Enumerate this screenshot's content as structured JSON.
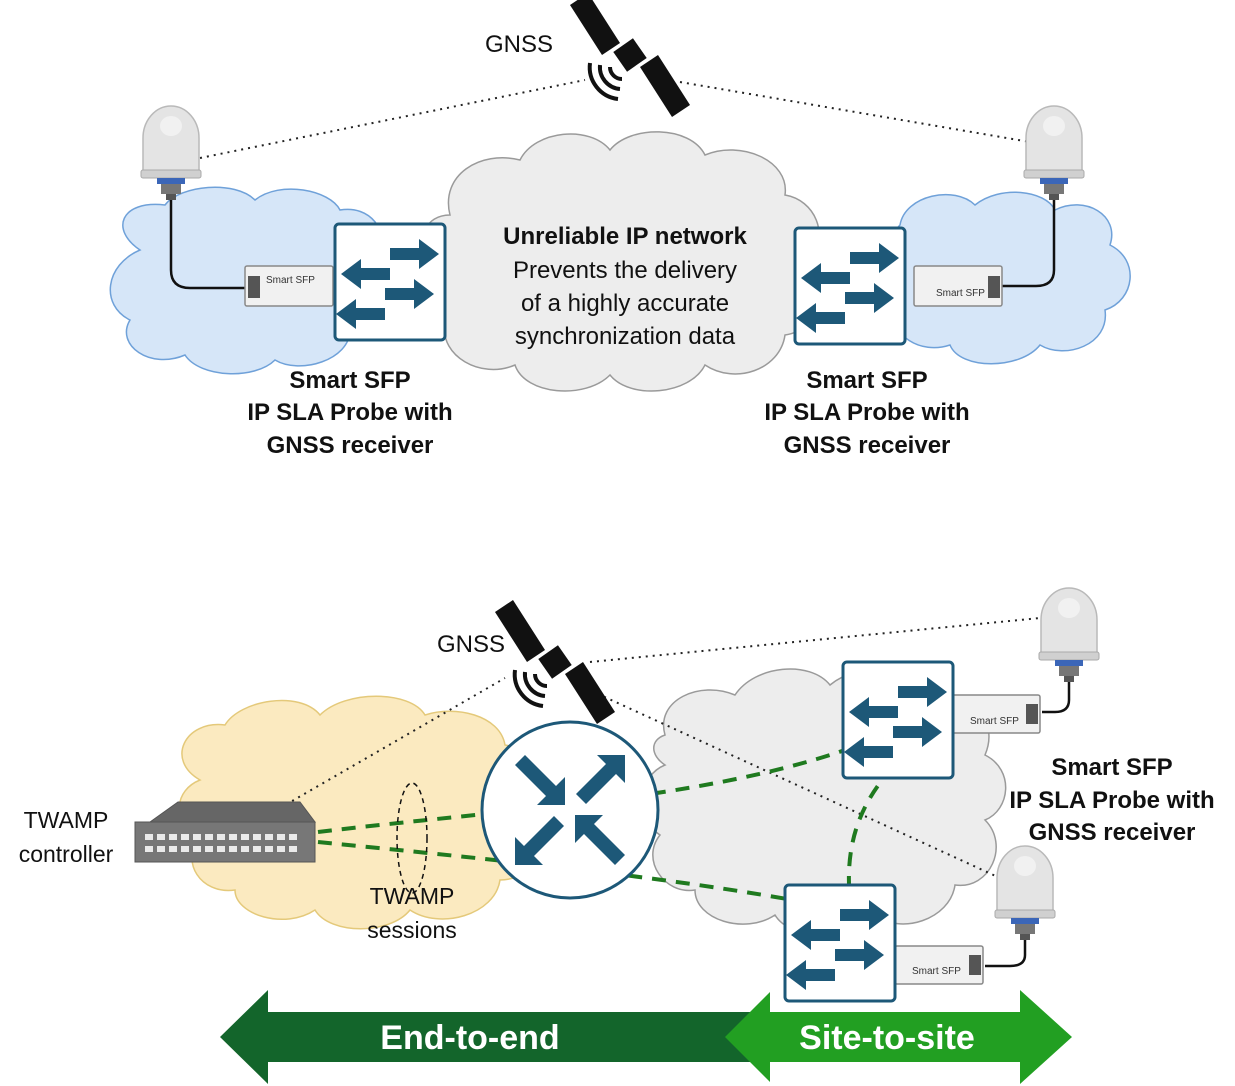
{
  "top": {
    "gnss_label": "GNSS",
    "network": {
      "title": "Unreliable IP network",
      "line1": "Prevents the delivery",
      "line2": "of a highly accurate",
      "line3": "synchronization data"
    },
    "left_probe": {
      "line1": "Smart SFP",
      "line2": "IP SLA Probe with",
      "line3": "GNSS receiver"
    },
    "right_probe": {
      "line1": "Smart SFP",
      "line2": "IP SLA Probe with",
      "line3": "GNSS receiver"
    },
    "sfp_module_label": "Smart SFP"
  },
  "bottom": {
    "gnss_label": "GNSS",
    "controller": {
      "line1": "TWAMP",
      "line2": "controller"
    },
    "sessions": {
      "line1": "TWAMP",
      "line2": "sessions"
    },
    "probe": {
      "line1": "Smart SFP",
      "line2": "IP SLA Probe with",
      "line3": "GNSS receiver"
    },
    "sfp_module_label": "Smart SFP"
  },
  "scope": {
    "end_to_end": "End-to-end",
    "site_to_site": "Site-to-site"
  },
  "colors": {
    "cloud_blue": "#d6e6f8",
    "cloud_gray": "#ededed",
    "cloud_yellow": "#fbeac0",
    "switch_arrow": "#1d5878",
    "dashed_green": "#1f7a1f",
    "arrow_dark_green": "#13652b",
    "arrow_light_green": "#229f22"
  }
}
